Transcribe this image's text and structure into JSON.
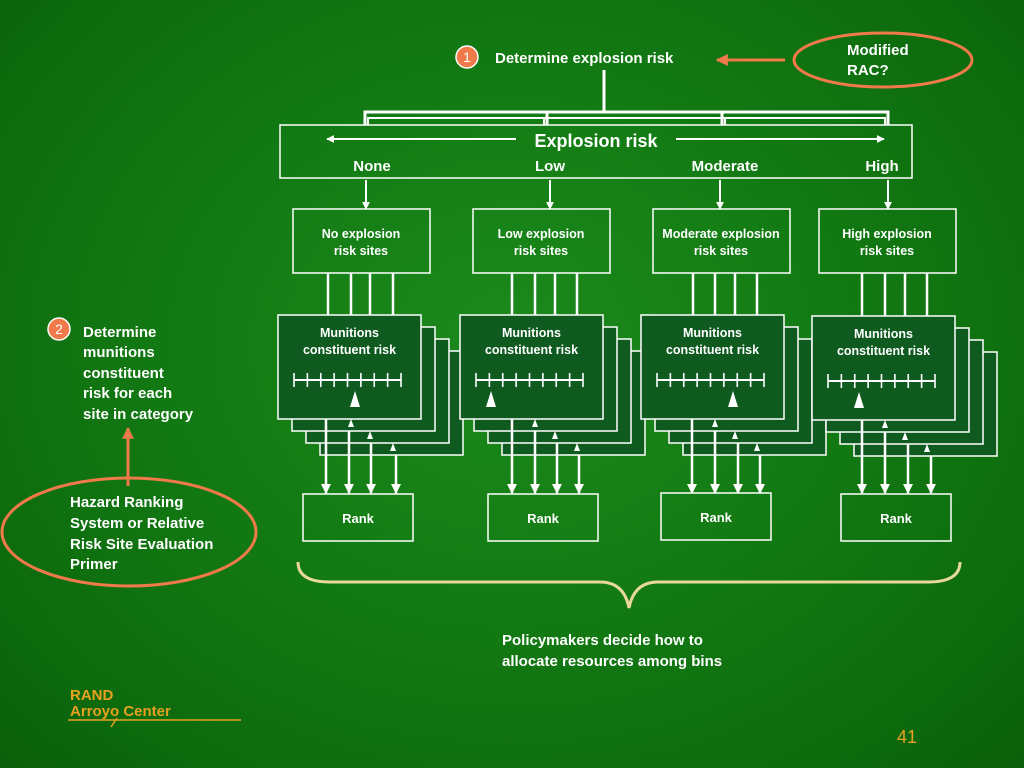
{
  "step1": {
    "number": "1",
    "label": "Determine explosion risk"
  },
  "modified": {
    "line1": "Modified",
    "line2": "RAC?"
  },
  "scale": {
    "title": "Explosion risk",
    "levels": [
      "None",
      "Low",
      "Moderate",
      "High"
    ]
  },
  "categories": [
    {
      "line1": "No explosion",
      "line2": "risk sites"
    },
    {
      "line1": "Low explosion",
      "line2": "risk sites"
    },
    {
      "line1": "Moderate explosion",
      "line2": "risk sites"
    },
    {
      "line1": "High explosion",
      "line2": "risk sites"
    }
  ],
  "munitions": {
    "line1": "Munitions",
    "line2": "constituent risk"
  },
  "rank_label": "Rank",
  "step2": {
    "number": "2",
    "lines": [
      "Determine",
      "munitions",
      "constituent",
      "risk for each",
      "site in category"
    ]
  },
  "hazard": {
    "lines": [
      "Hazard Ranking",
      "System or Relative",
      "Risk Site Evaluation",
      "Primer"
    ]
  },
  "policy": {
    "lines": [
      "Policymakers decide how to",
      "allocate resources among bins"
    ]
  },
  "logo": {
    "line1": "RAND",
    "line2": "Arroyo Center"
  },
  "page_number": "41",
  "colors": {
    "accent": "#f07a4a",
    "logo": "#e8a020",
    "brace": "#e8d89a",
    "card": "#0f5a1f"
  }
}
